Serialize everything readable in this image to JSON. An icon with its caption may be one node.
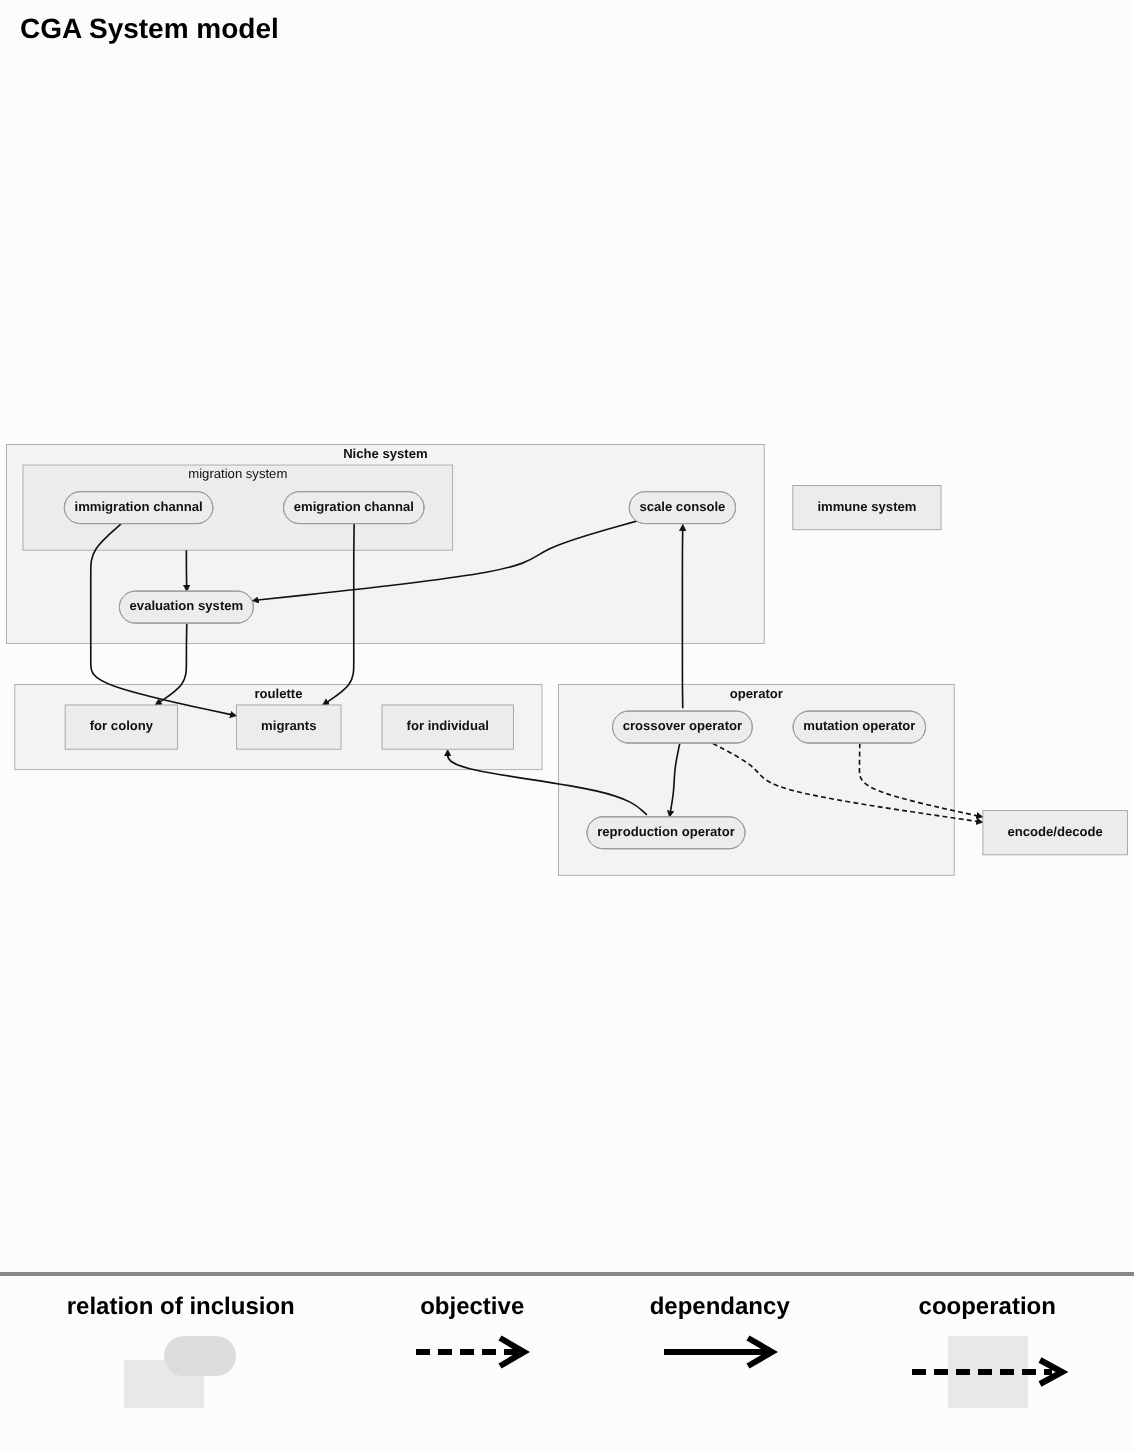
{
  "diagram": {
    "title": "CGA System model",
    "nodes": [
      {
        "text": [
          "Niche system"
        ]
      },
      {
        "text": [
          "scale console"
        ],
        "in": 0
      },
      {
        "text": [
          "evaluation system"
        ],
        "in": 0
      },
      {
        "text": [
          "migration system"
        ],
        "in": 0
      },
      {
        "text": [
          "immigration channal"
        ],
        "in": 3
      },
      {
        "text": [
          "emigration channal"
        ],
        "in": 3
      },
      {
        "text": [
          "roulette"
        ]
      },
      {
        "text": [
          "for colony"
        ],
        "in": 6
      },
      {
        "text": [
          "migrants"
        ],
        "in": 6
      },
      {
        "text": [
          "for individual"
        ],
        "in": 6
      },
      {
        "text": [
          "operator"
        ]
      },
      {
        "text": [
          "crossover operator"
        ],
        "in": 10
      },
      {
        "text": [
          "reproduction operator"
        ],
        "in": 10
      },
      {
        "text": [
          "mutation operator"
        ],
        "in": 10
      },
      {
        "text": [
          "immune system"
        ]
      },
      {
        "text": [
          "encode/decode"
        ]
      }
    ],
    "edges": [
      {
        "from": 1,
        "to": 2,
        "arrow": "to"
      },
      {
        "from": 3,
        "to": 2,
        "arrow": "to"
      },
      {
        "from": 2,
        "to": 7,
        "arrow": "to"
      },
      {
        "from": 4,
        "to": 8,
        "arrow": "to"
      },
      {
        "from": 5,
        "to": 8,
        "arrow": "to"
      },
      {
        "from": 12,
        "to": 9,
        "arrow": "to"
      },
      {
        "from": 11,
        "to": 1,
        "arrow": "to"
      },
      {
        "from": 11,
        "to": 12,
        "arrow": "to"
      },
      {
        "from": 11,
        "to": 15,
        "arrow": "to",
        "style": "dashed"
      },
      {
        "from": 13,
        "to": 15,
        "arrow": "to",
        "style": "dashed"
      }
    ],
    "legend": [
      {
        "text": "relation of inclusion"
      },
      {
        "text": "objective"
      },
      {
        "text": "dependancy"
      },
      {
        "text": "cooperation"
      }
    ]
  }
}
